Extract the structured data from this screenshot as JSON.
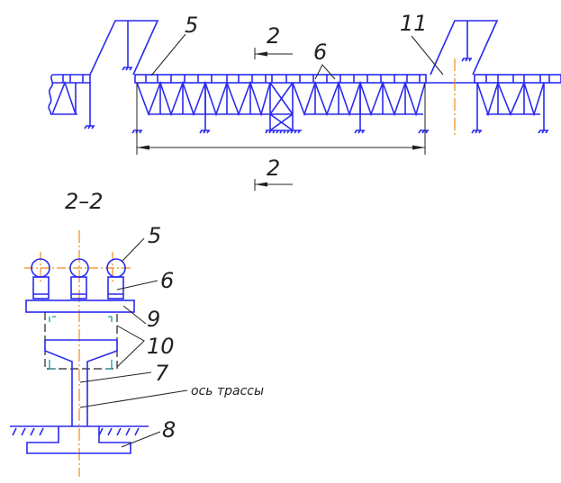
{
  "drawing": {
    "title": "Overpass / trestle conveyor gallery support scheme",
    "colors": {
      "structure": "#2a2af0",
      "axis": "#f08a1c",
      "leader": "#222222",
      "hidden": "#159a9a"
    },
    "elevation_view": {
      "labels": {
        "pos_5": "5",
        "pos_6": "6",
        "pos_11": "11",
        "section_mark_top": "2",
        "section_mark_bottom": "2"
      }
    },
    "section_view": {
      "title": "2–2",
      "labels": {
        "pos_5": "5",
        "pos_6": "6",
        "pos_9": "9",
        "pos_10": "10",
        "pos_7": "7",
        "pos_8": "8",
        "route_axis": "ось трассы"
      }
    }
  }
}
